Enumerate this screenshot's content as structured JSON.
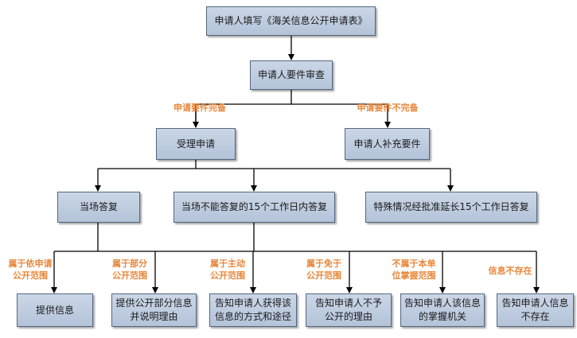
{
  "nodes": {
    "fill_form": "申请人填写《海关信息公开申请表》",
    "review": "申请人要件审查",
    "accept": "受理申请",
    "supplement": "申请人补充要件",
    "reply_now": "当场答复",
    "reply_15": "当场不能答复的15个工作日内答复",
    "reply_extended": "特殊情况经批准延长15个工作日答复",
    "provide": "提供信息",
    "partial": "提供公开部分信息\n并说明理由",
    "active": "告知申请人获得该\n信息的方式和途径",
    "exempt": "告知申请人不予\n公开的理由",
    "not_held": "告知申请人该信息\n的掌握机关",
    "not_exist": "告知申请人信息\n不存在"
  },
  "labels": {
    "complete": "申请要件完备",
    "incomplete": "申请要件不完备",
    "in_scope": "属于依申请\n公开范围",
    "partial_scope": "属于部分\n公开范围",
    "active_scope": "属于主动\n公开范围",
    "exempt_scope": "属于免于\n公开范围",
    "not_unit": "不属于本单\n位掌握范围",
    "not_exist": "信息不存在"
  },
  "colors": {
    "box_fill": "#bccadd",
    "box_border": "#55677f",
    "line": "#000000",
    "label": "#e8873a"
  }
}
